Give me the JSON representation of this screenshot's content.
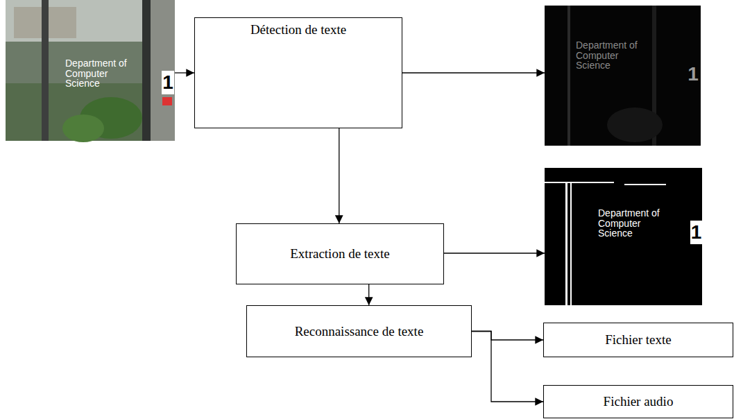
{
  "diagram": {
    "nodes": [
      {
        "text": [
          "Détection de texte"
        ]
      },
      {
        "text": [
          "Extraction de texte"
        ]
      },
      {
        "text": [
          "Reconnaissance de texte"
        ]
      },
      {
        "text": [
          "Fichier texte"
        ]
      },
      {
        "text": [
          "Fichier audio"
        ]
      }
    ],
    "edges": [
      {
        "from": 0,
        "to": 1,
        "arrow": "to"
      },
      {
        "from": 1,
        "to": 2,
        "arrow": "to"
      },
      {
        "from": 2,
        "to": 3,
        "arrow": "to"
      },
      {
        "from": 2,
        "to": 4,
        "arrow": "to"
      }
    ],
    "labels": [
      "Department of Computer Science",
      "1",
      "Department of Computer Science",
      "1",
      "Department of Computer Science",
      "1"
    ]
  }
}
